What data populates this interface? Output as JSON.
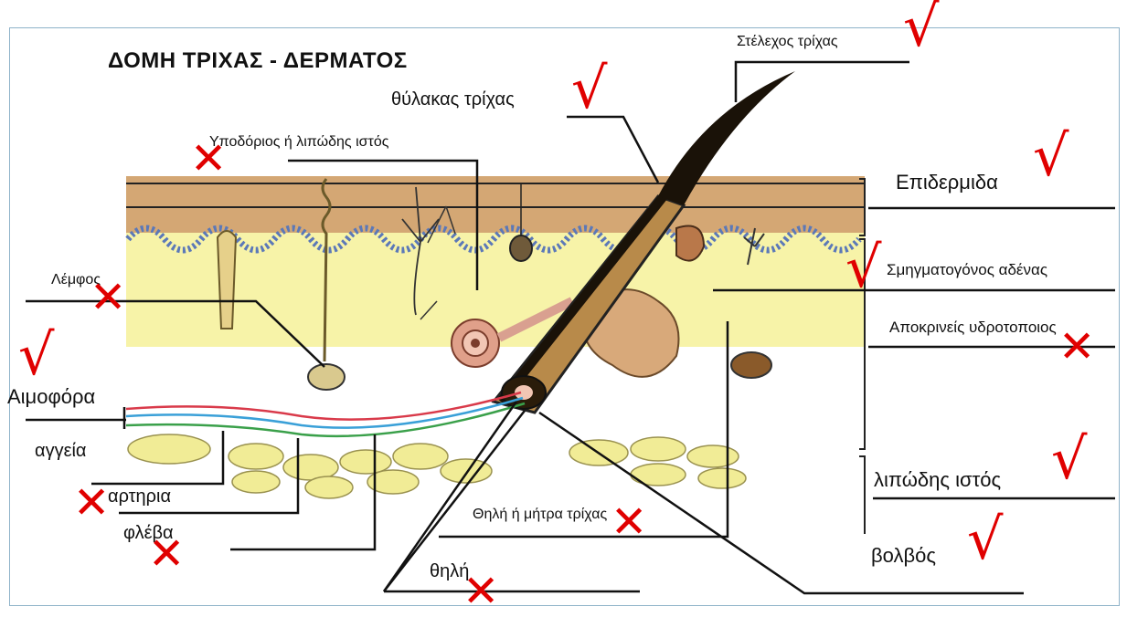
{
  "title": "ΔΟΜΗ ΤΡΙΧΑΣ - ΔΕΡΜΑΤΟΣ",
  "labels": {
    "hair_shaft": "Στέλεχος τρίχας",
    "hair_follicle": "θύλακας τρίχας",
    "subcutaneous": "Υποδόριος ή λιπώδης ιστός",
    "epidermis": "Επιδερμιδα",
    "sebaceous_gland": "Σμηγματογόνος αδένας",
    "apocrine_sweat": "Αποκρινείς υδροτοποιος",
    "lymph": "Λέμφος",
    "blood_vessels_1": "Αιμοφόρα",
    "blood_vessels_2": "αγγεία",
    "artery": "αρτηρια",
    "vein": "φλέβα",
    "papilla_matrix": "Θηλή ή μήτρα τρίχας",
    "papilla": "θηλή",
    "fat_tissue": "λιπώδης ιστός",
    "bulb": "βολβός"
  },
  "marks": {
    "check_symbol": "√",
    "cross_symbol": "✕",
    "color": "#e00000"
  },
  "colors": {
    "epidermis": "#d4a774",
    "dermis": "#f7f3a8",
    "wave": "#5b78b8",
    "artery": "#d93a4a",
    "vein": "#3aa0d8",
    "lymph": "#3aa04a",
    "fat": "#f1ec96",
    "hair": "#1a1208"
  }
}
